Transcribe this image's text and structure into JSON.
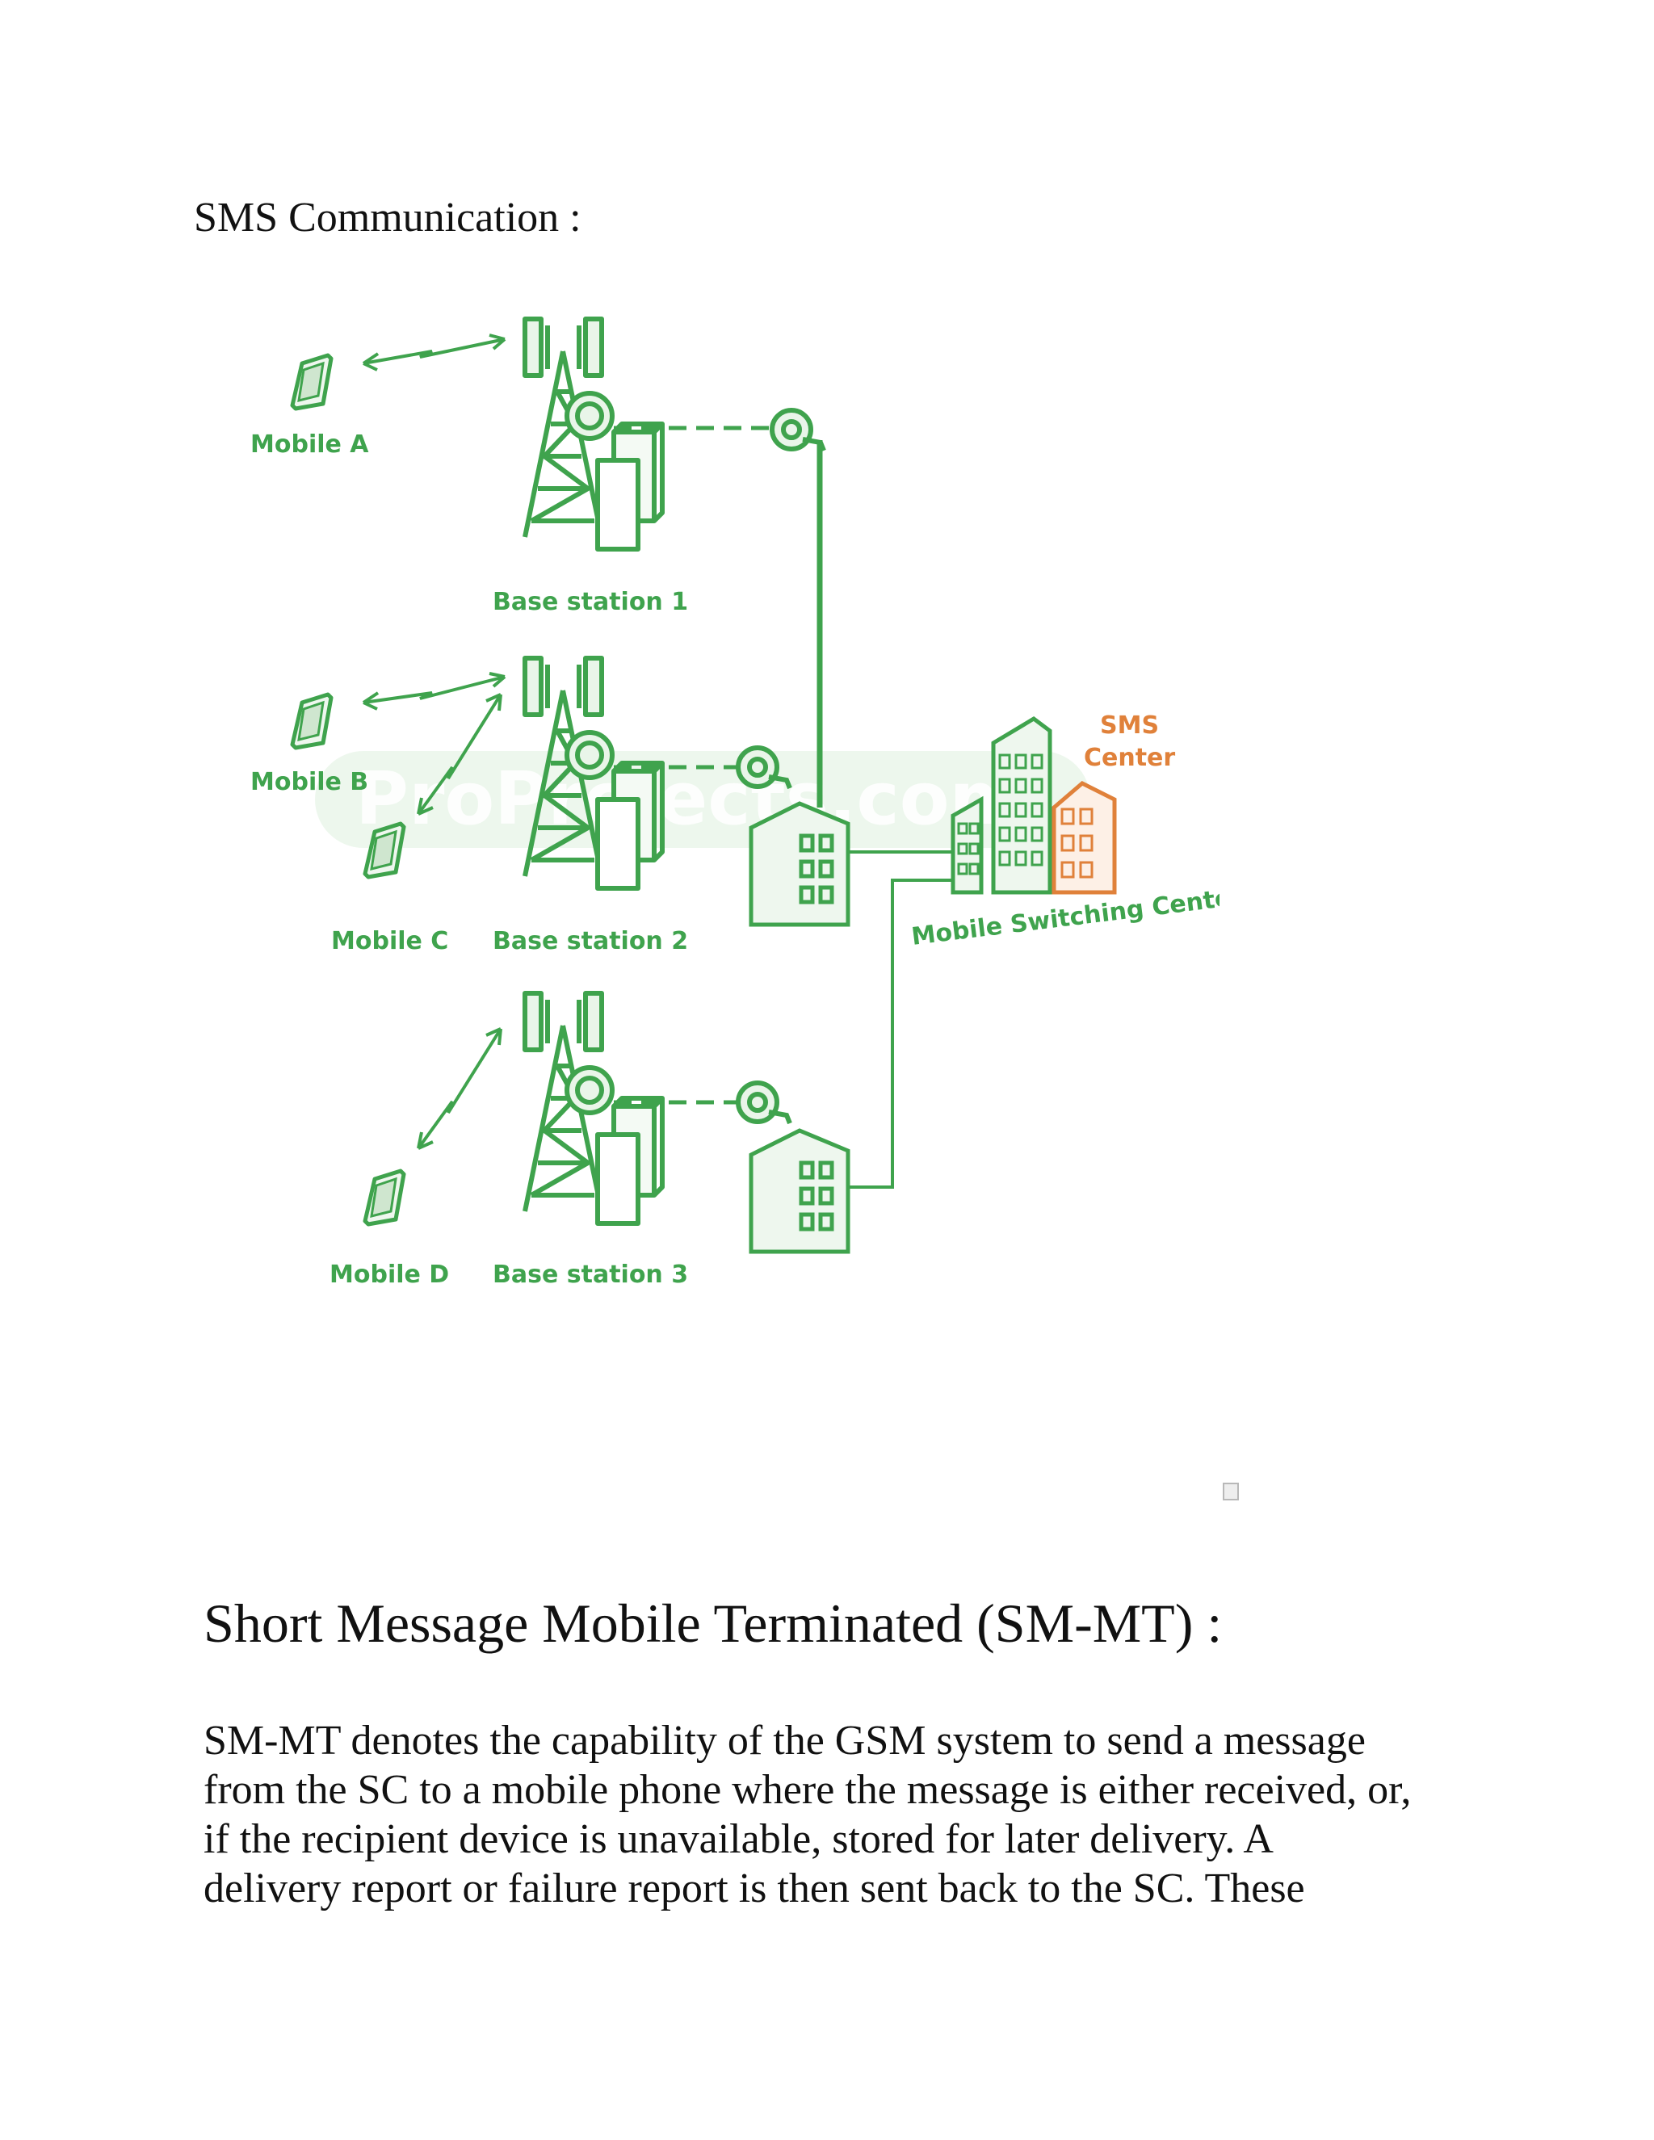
{
  "section_heading": "SMS Communication :",
  "diagram": {
    "labels": {
      "mobile_a": "Mobile A",
      "mobile_b": "Mobile B",
      "mobile_c": "Mobile C",
      "mobile_d": "Mobile D",
      "base_station_1": "Base station 1",
      "base_station_2": "Base station 2",
      "base_station_3": "Base station 3",
      "sms_center_line1": "SMS",
      "sms_center_line2": "Center",
      "msc": "Mobile Switching Center"
    },
    "watermark": "ProProjects.com",
    "colors": {
      "green": "#3fa34d",
      "orange": "#e0813a"
    }
  },
  "sm_mt": {
    "heading": "Short Message Mobile Terminated (SM-MT) :",
    "lines": [
      "SM-MT denotes the capability of the GSM system to send a message",
      "from the SC to a mobile phone where the message is either received, or,",
      "if the recipient device is unavailable, stored for later delivery. A",
      "delivery report or failure report is then sent back to the SC. These"
    ]
  }
}
